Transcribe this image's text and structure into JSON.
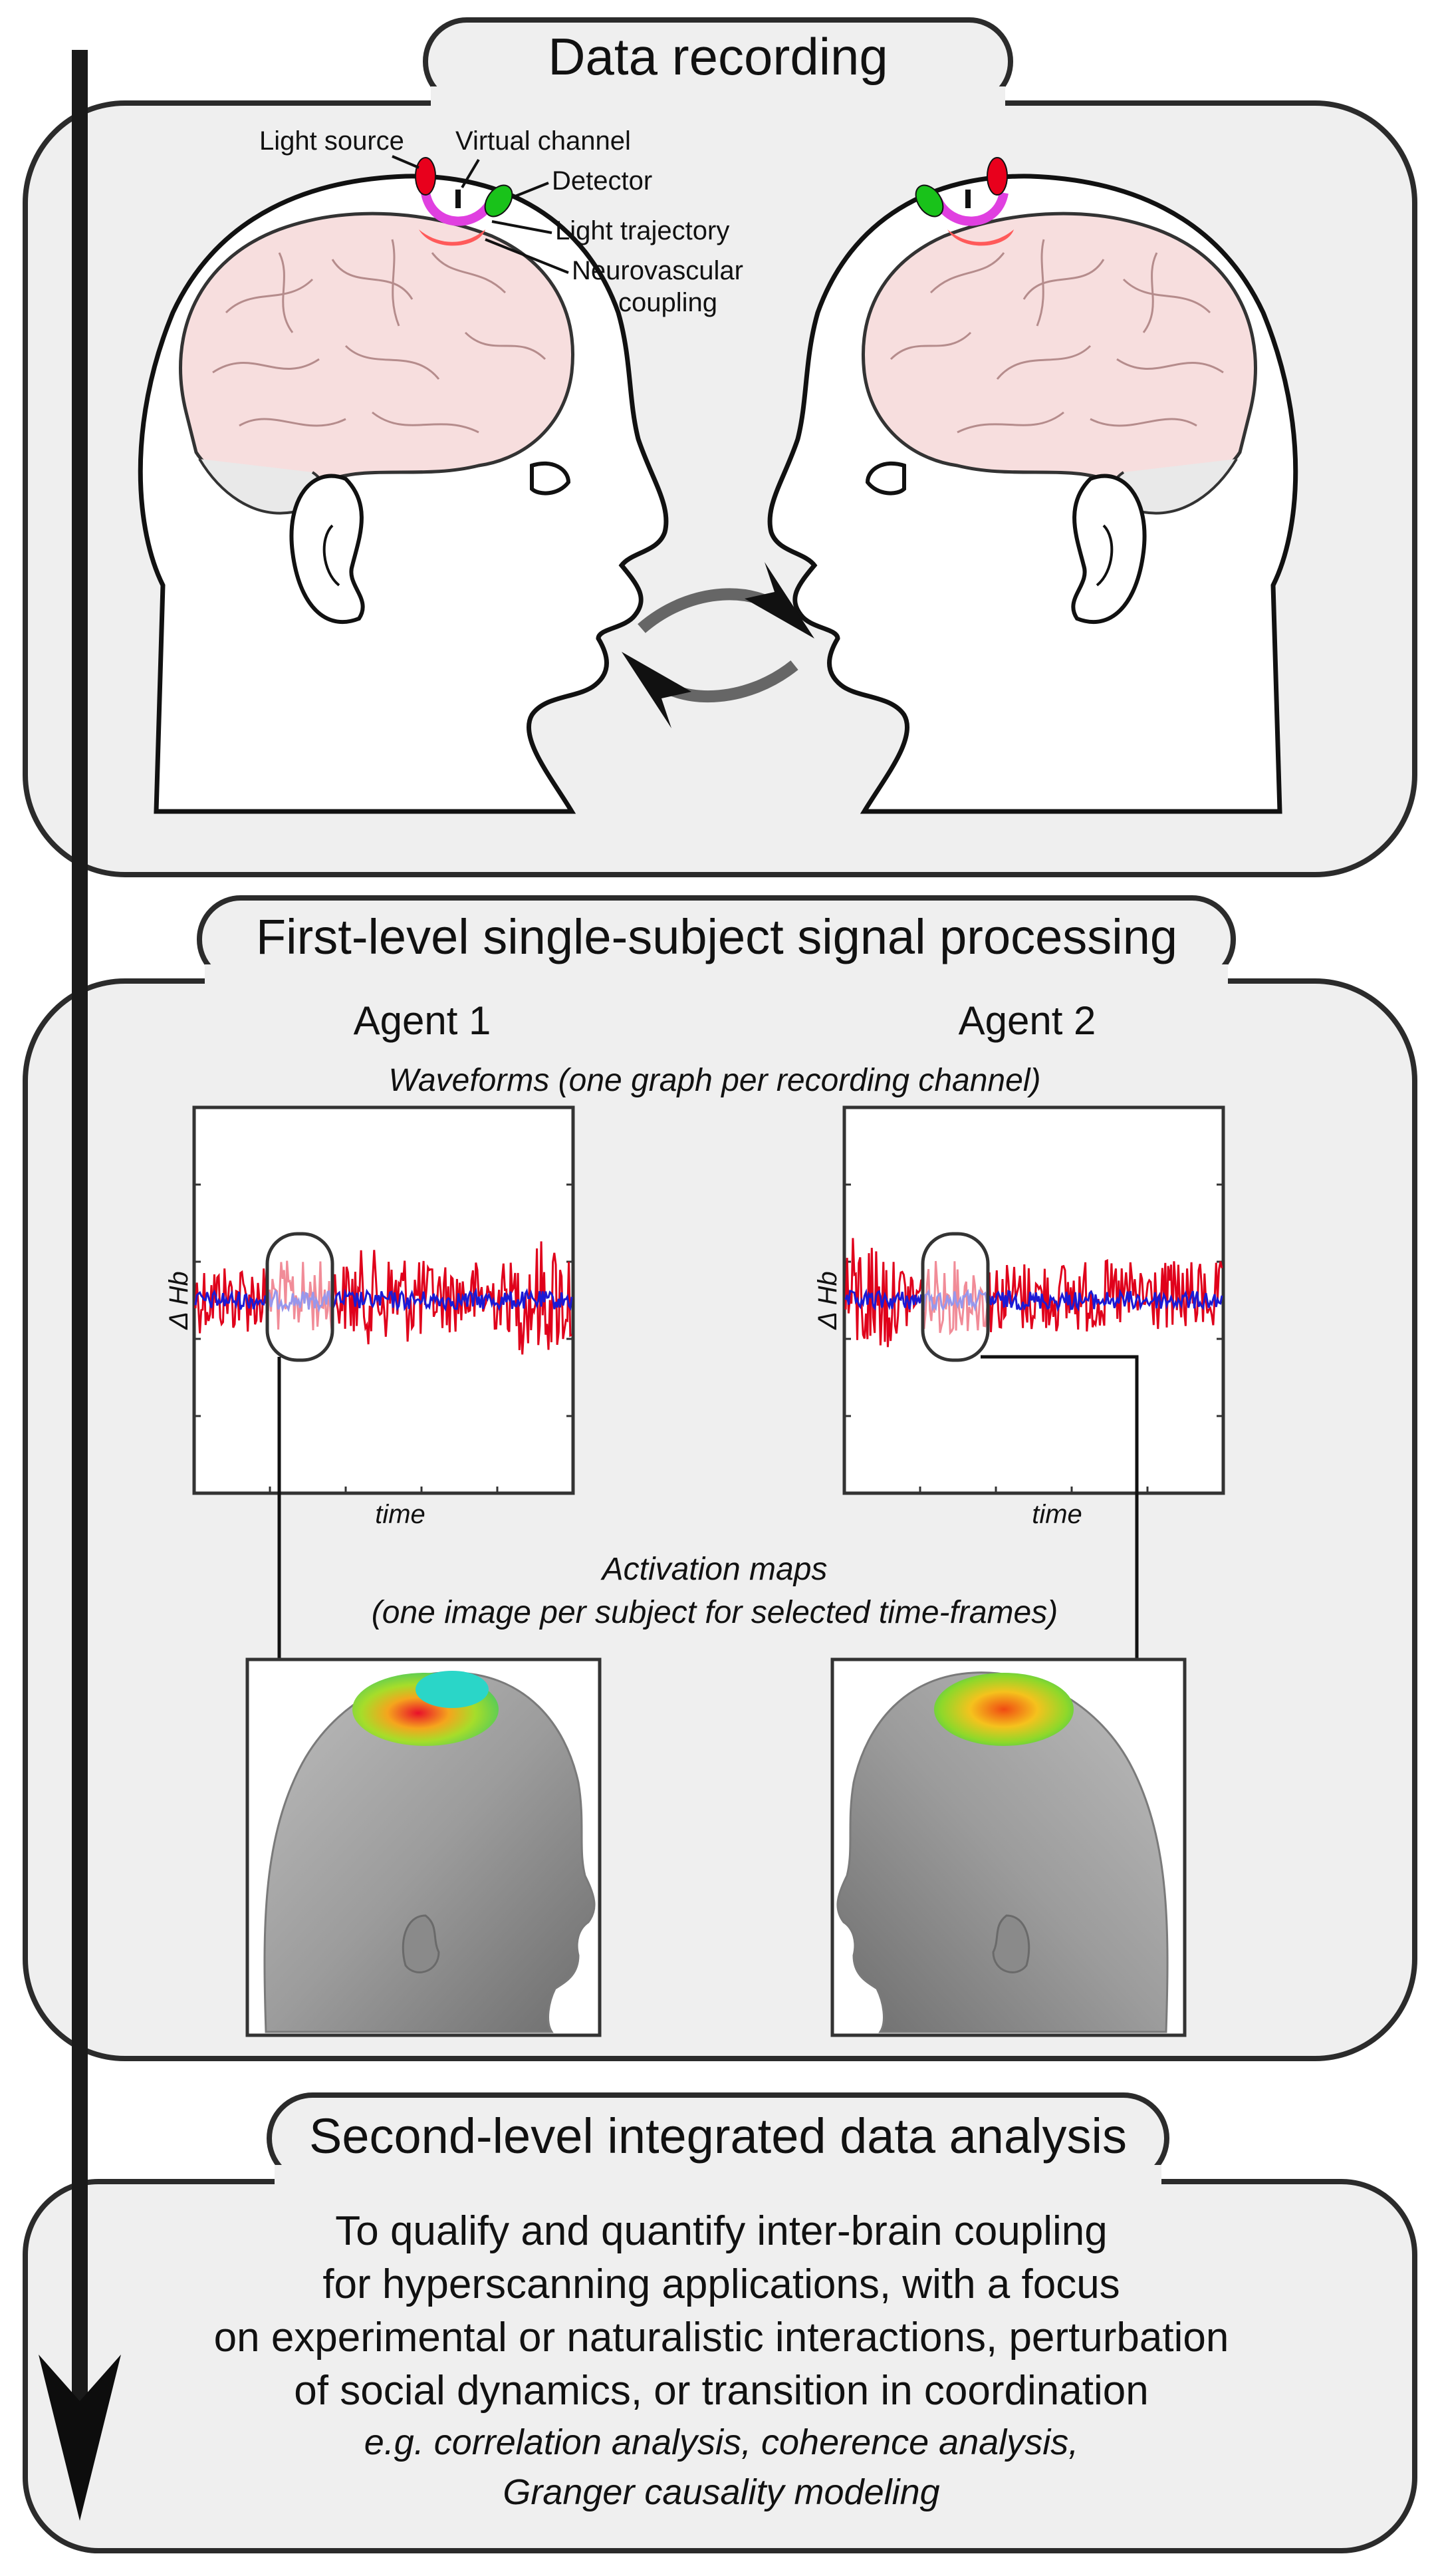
{
  "sections": {
    "recording": {
      "title": "Data recording",
      "labels": {
        "light_source": "Light source",
        "virtual_channel": "Virtual channel",
        "detector": "Detector",
        "light_trajectory": "Light trajectory",
        "coupling_line1": "Neurovascular",
        "coupling_line2": "coupling"
      }
    },
    "first_level": {
      "title": "First-level single-subject signal processing",
      "agent1": "Agent 1",
      "agent2": "Agent 2",
      "waveforms_caption": "Waveforms (one graph per recording channel)",
      "y_label": "Δ Hb",
      "x_label": "time",
      "maps_caption_line1": "Activation maps",
      "maps_caption_line2": "(one image per subject for selected time-frames)"
    },
    "second_level": {
      "title": "Second-level integrated data analysis",
      "body_lines": [
        "To qualify and quantify inter-brain coupling",
        "for hyperscanning applications, with a focus",
        "on experimental or naturalistic interactions, perturbation",
        "of social dynamics, or transition in coordination"
      ],
      "example_lines": [
        "e.g. correlation analysis, coherence analysis,",
        "Granger causality modeling"
      ]
    }
  },
  "colors": {
    "panel_fill": "#efefef",
    "outline": "#2b2b2b",
    "hbo_signal": "#e0001b",
    "hbr_signal": "#1a1ad6",
    "light_source": "#e8001c",
    "detector": "#19c21a",
    "trajectory": "#e040e0",
    "coupling": "#ff5a5a",
    "brain": "#f7dede"
  }
}
